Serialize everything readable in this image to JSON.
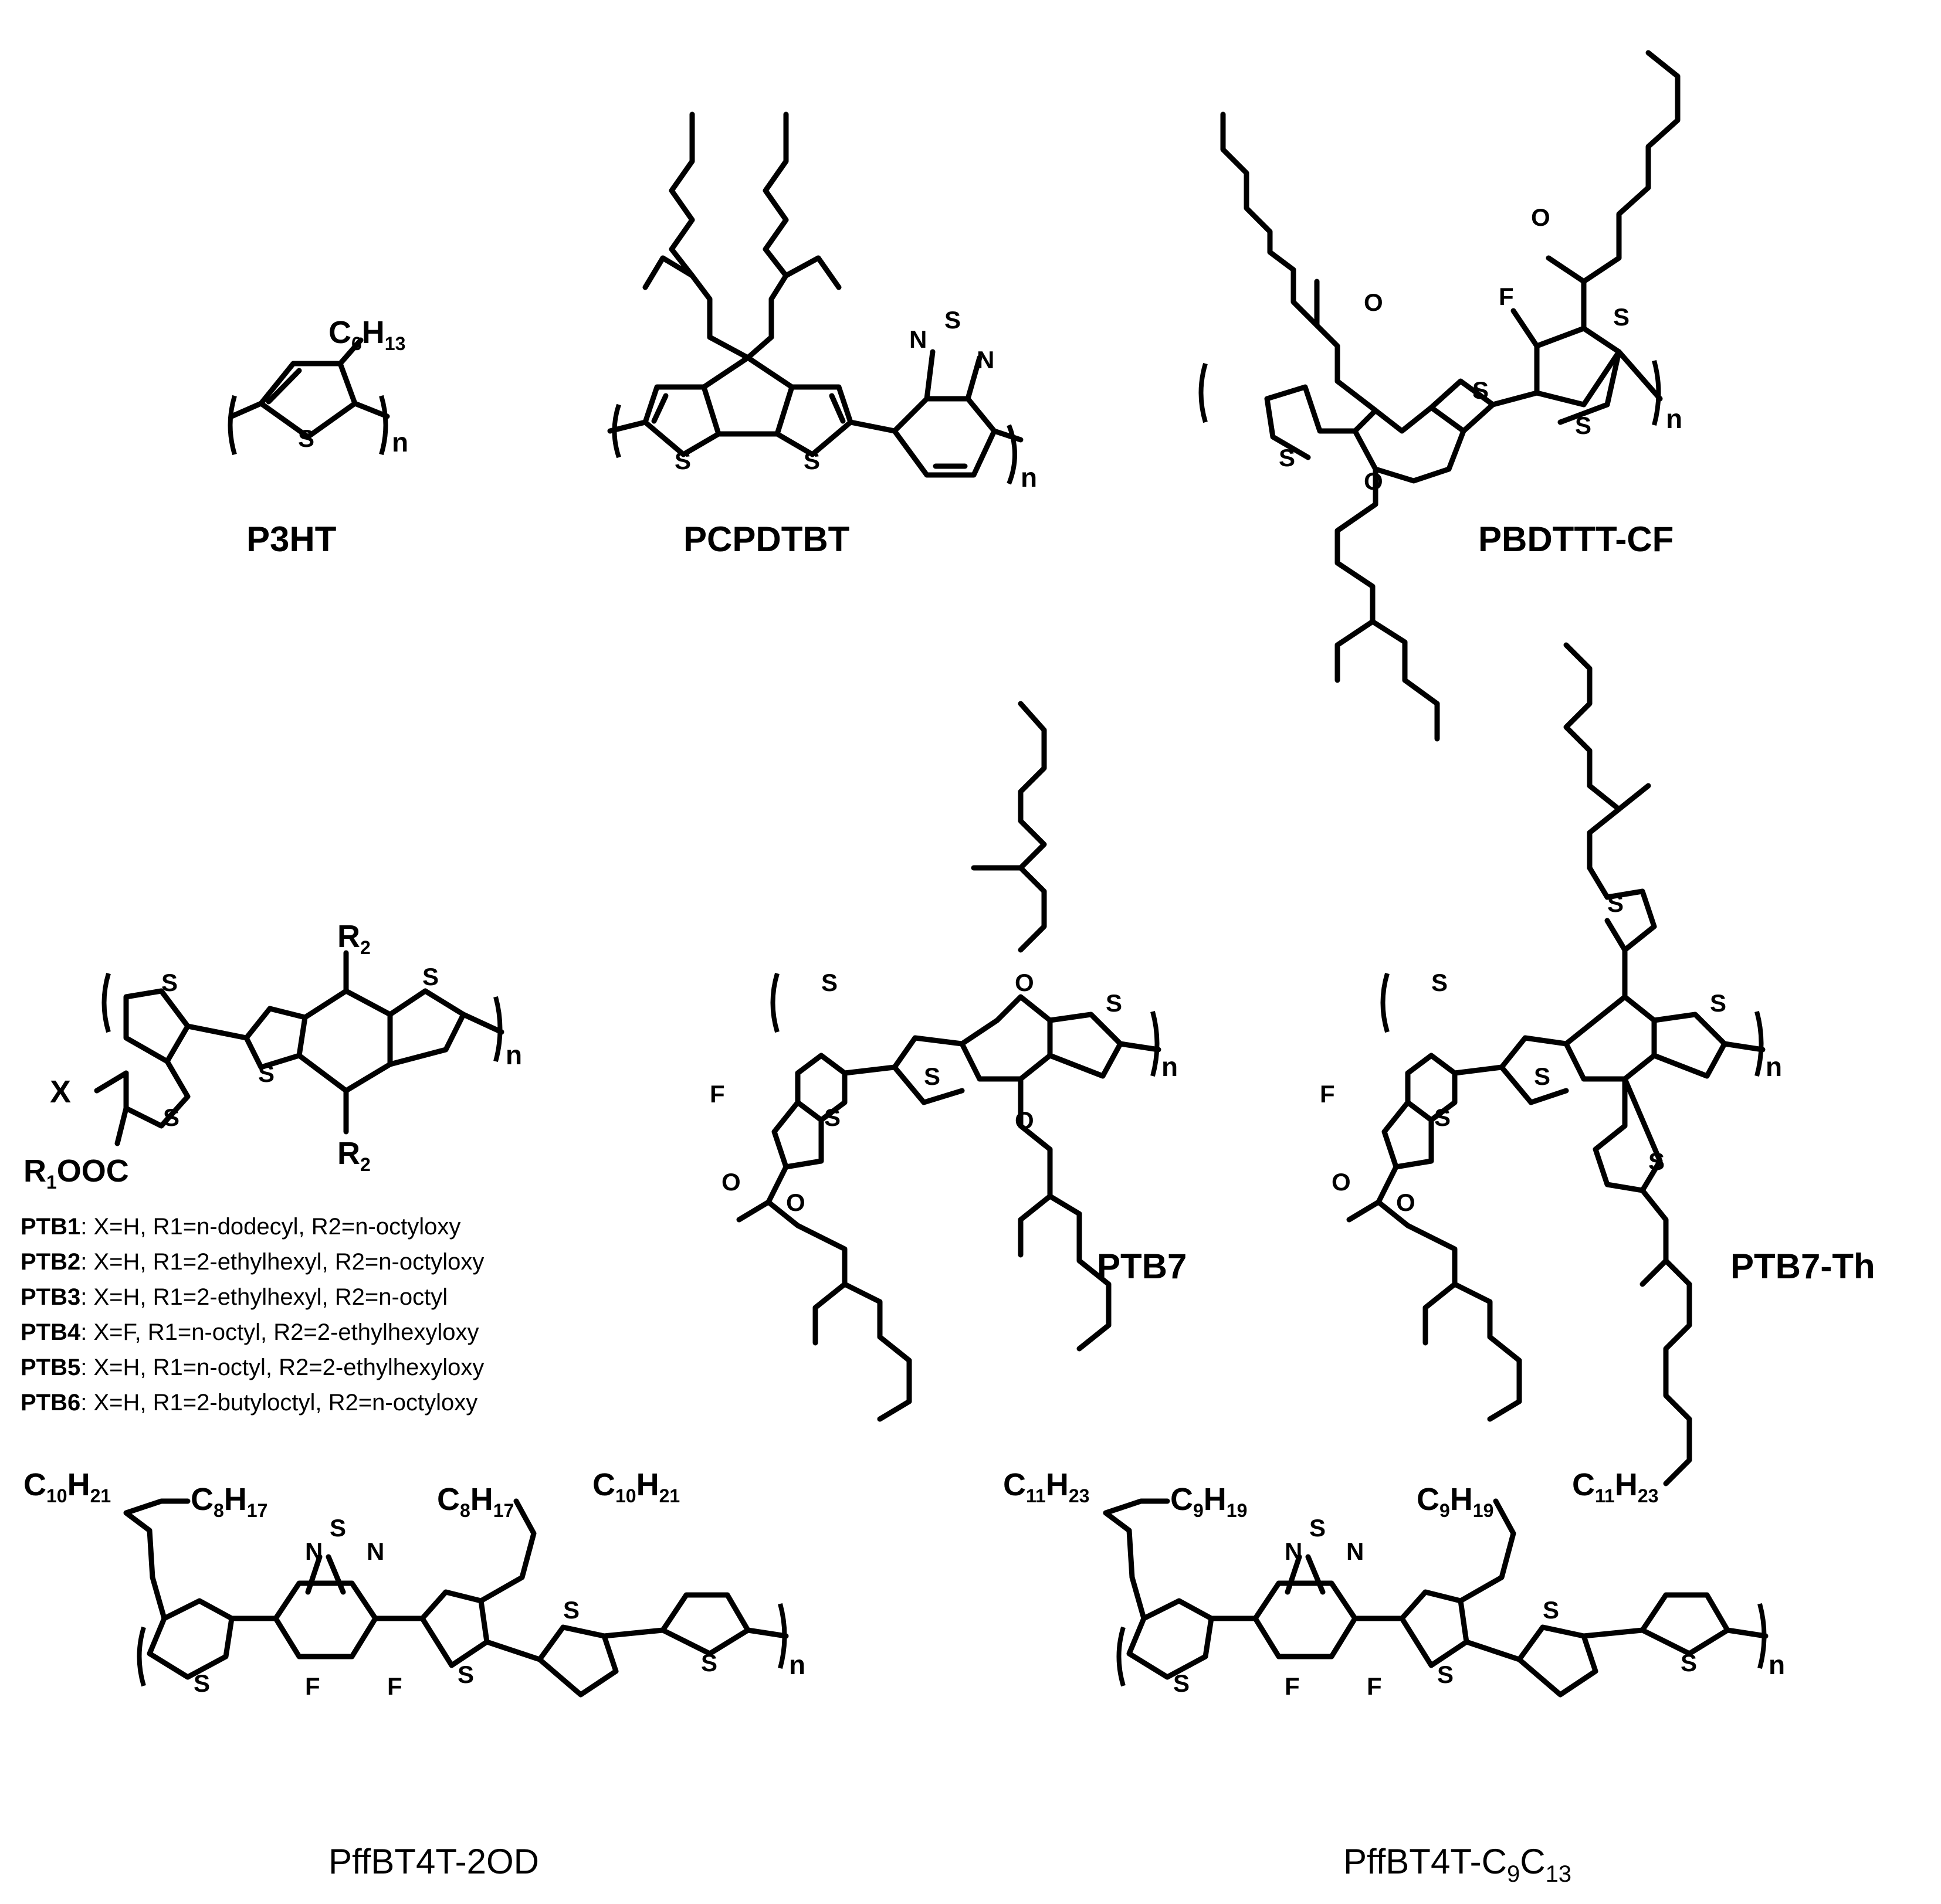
{
  "structures": [
    {
      "id": "p3ht",
      "name": "P3HT",
      "substituent": {
        "main": "C",
        "sub1": "6",
        "mid": "H",
        "sub2": "13"
      },
      "repeat": "n"
    },
    {
      "id": "pcpdtbt",
      "name": "PCPDTBT",
      "repeat": "n"
    },
    {
      "id": "pbdttt-cf",
      "name": "PBDTTT-CF",
      "repeat": "n"
    },
    {
      "id": "ptb-series",
      "repeat": "n",
      "labels": {
        "r2_main": "R",
        "r2_sub": "2",
        "x": "X",
        "r1_main": "R",
        "r1_sub": "1",
        "r1_tail": "OOC"
      },
      "legend": [
        {
          "code": "PTB1",
          "text": ": X=H, R1=n-dodecyl, R2=n-octyloxy"
        },
        {
          "code": "PTB2",
          "text": ": X=H, R1=2-ethylhexyl, R2=n-octyloxy"
        },
        {
          "code": "PTB3",
          "text": ": X=H, R1=2-ethylhexyl, R2=n-octyl"
        },
        {
          "code": "PTB4",
          "text": ": X=F, R1=n-octyl, R2=2-ethylhexyloxy"
        },
        {
          "code": "PTB5",
          "text": ": X=H, R1=n-octyl, R2=2-ethylhexyloxy"
        },
        {
          "code": "PTB6",
          "text": ": X=H, R1=2-butyloctyl, R2=n-octyloxy"
        }
      ]
    },
    {
      "id": "ptb7",
      "name": "PTB7",
      "repeat": "n"
    },
    {
      "id": "ptb7-th",
      "name": "PTB7-Th",
      "repeat": "n"
    },
    {
      "id": "pffbt4t-2od",
      "name": "PffBT4T-2OD",
      "repeat": "n",
      "substituents": {
        "left_a": [
          "C",
          "10",
          "H",
          "21"
        ],
        "left_b": [
          "C",
          "8",
          "H",
          "17"
        ],
        "right_a": [
          "C",
          "8",
          "H",
          "17"
        ],
        "right_b": [
          "C",
          "10",
          "H",
          "21"
        ]
      }
    },
    {
      "id": "pffbt4t-c9c13",
      "name_parts": [
        "PffBT4T-C",
        "9",
        "C",
        "13"
      ],
      "repeat": "n",
      "substituents": {
        "left_a": [
          "C",
          "11",
          "H",
          "23"
        ],
        "left_b": [
          "C",
          "9",
          "H",
          "19"
        ],
        "right_a": [
          "C",
          "9",
          "H",
          "19"
        ],
        "right_b": [
          "C",
          "11",
          "H",
          "23"
        ]
      }
    }
  ],
  "atoms": {
    "S": "S",
    "N": "N",
    "O": "O",
    "F": "F"
  }
}
